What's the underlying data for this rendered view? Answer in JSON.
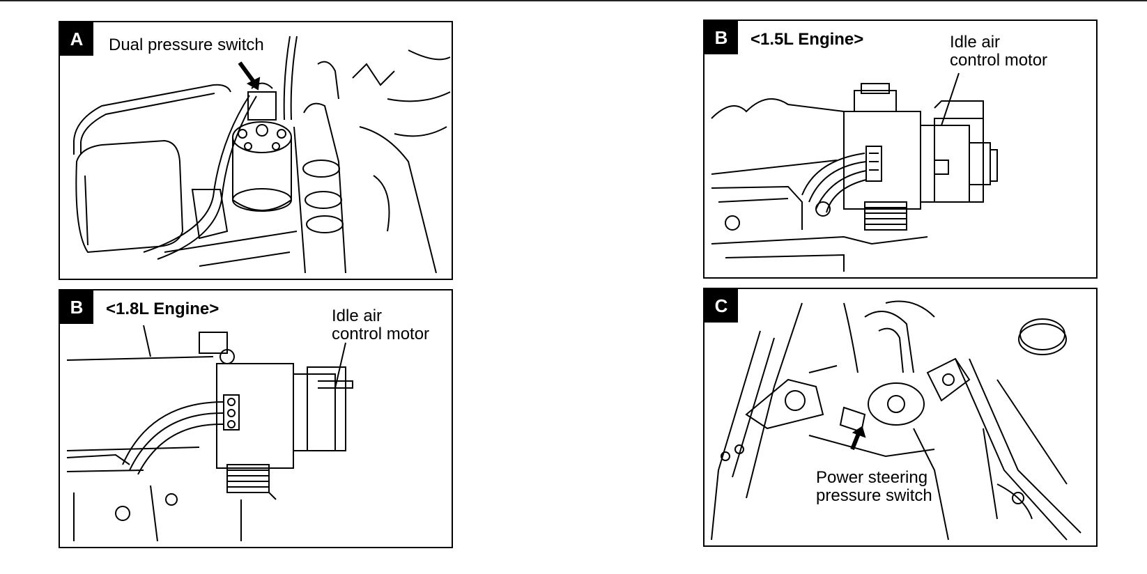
{
  "panels": [
    {
      "badge": "A",
      "lines": [
        "Dual pressure switch"
      ]
    },
    {
      "badge": "B",
      "heading": "<1.5L Engine>",
      "lines": [
        "Idle air",
        "control motor"
      ]
    },
    {
      "badge": "B",
      "heading": "<1.8L Engine>",
      "lines": [
        "Idle air",
        "control motor"
      ]
    },
    {
      "badge": "C",
      "lines": [
        "Power steering",
        "pressure switch"
      ]
    }
  ],
  "colors": {
    "ink": "#000000",
    "paper": "#ffffff"
  }
}
